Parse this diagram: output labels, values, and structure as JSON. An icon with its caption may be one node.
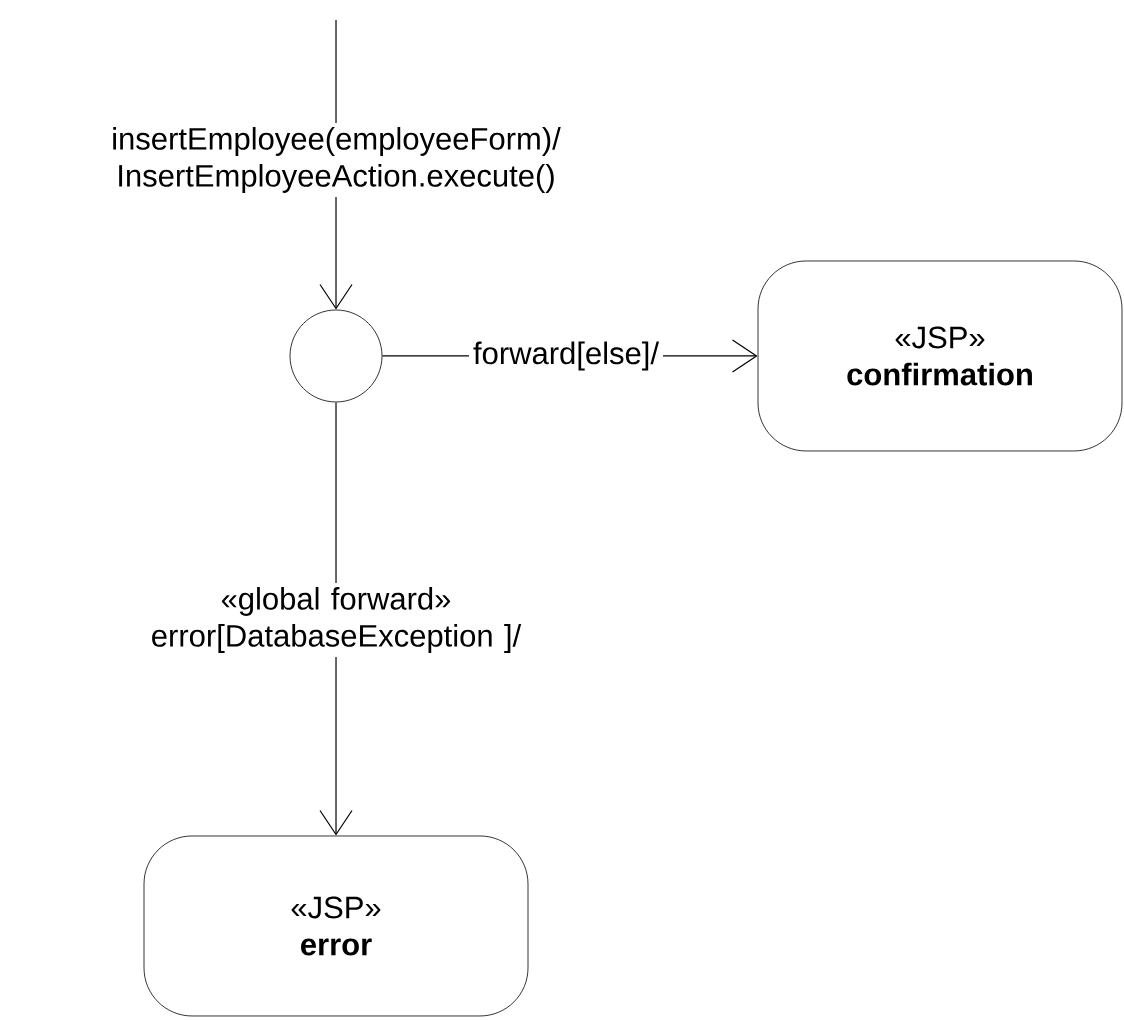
{
  "diagram": {
    "nodes": [
      {
        "text": [],
        "shape": "circle"
      },
      {
        "text": [
          "«JSP»",
          "confirmation"
        ]
      },
      {
        "text": [
          "«JSP»",
          "error"
        ]
      }
    ],
    "edges": [
      {
        "from": null,
        "to": 0,
        "arrow": "to",
        "label": "insertEmployee(employeeForm)/ InsertEmployeeAction.execute()"
      },
      {
        "from": 0,
        "to": 1,
        "arrow": "to",
        "label": "forward[else]/"
      },
      {
        "from": 0,
        "to": 2,
        "arrow": "to",
        "label": "«global forward» error[DatabaseException ]/"
      }
    ]
  }
}
